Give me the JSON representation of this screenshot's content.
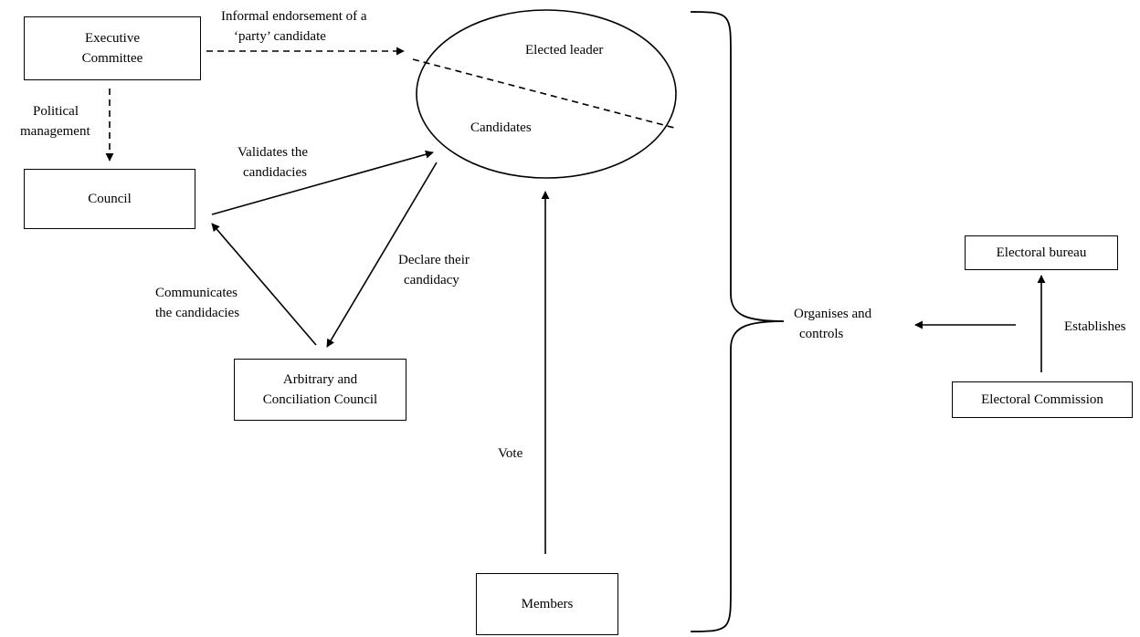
{
  "nodes": {
    "executive_committee": [
      "Executive",
      "Committee"
    ],
    "council": "Council",
    "arbitrary_council": [
      "Arbitrary and",
      "Conciliation Council"
    ],
    "members": "Members",
    "electoral_bureau": "Electoral bureau",
    "electoral_commission": "Electoral Commission",
    "elected_leader": "Elected leader",
    "candidates": "Candidates"
  },
  "edges": {
    "informal_endorsement": [
      "Informal endorsement of a",
      "‘party’ candidate"
    ],
    "political_management": [
      "Political",
      "management"
    ],
    "validates": [
      "Validates the",
      "candidacies"
    ],
    "declare": [
      "Declare their",
      "candidacy"
    ],
    "communicates": [
      "Communicates",
      "the candidacies"
    ],
    "vote": "Vote",
    "organises": [
      "Organises and",
      "controls"
    ],
    "establishes": "Establishes"
  }
}
